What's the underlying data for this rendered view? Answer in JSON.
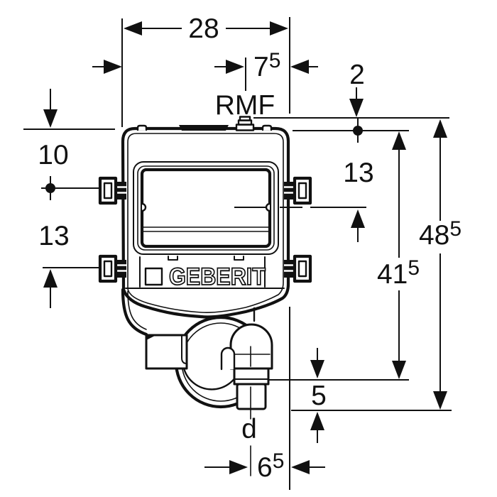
{
  "drawing": {
    "brand_logo": "GEBERIT",
    "connector_label": "RMF",
    "outlet_label": "d"
  },
  "dims": {
    "overall_width": "28",
    "rmf_offset": {
      "v": "7",
      "sup": "5"
    },
    "top_offset": "2",
    "left_upper": "10",
    "left_lower": "13",
    "right_upper": "13",
    "mid_height": {
      "v": "41",
      "sup": "5"
    },
    "total_height": {
      "v": "48",
      "sup": "5"
    },
    "outlet_height": "5",
    "outlet_offset": {
      "v": "6",
      "sup": "5"
    }
  },
  "colors": {
    "line": "#111111",
    "background": "#ffffff"
  }
}
